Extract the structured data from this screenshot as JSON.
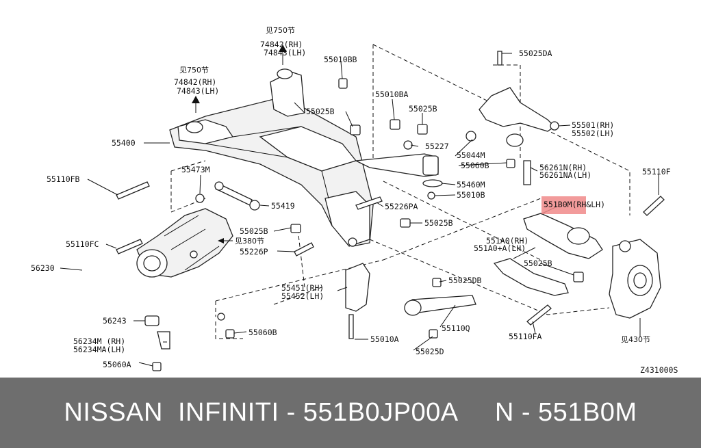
{
  "labels": {
    "see750_top": "见750节",
    "p74842_top": "74842(RH)",
    "p74843_top": "74843(LH)",
    "see750_left": "见750节",
    "p74842_left": "74842(RH)",
    "p74843_left": "74843(LH)",
    "p55010BB": "55010BB",
    "p55025DA": "55025DA",
    "p55010BA": "55010BA",
    "p55025B_a": "55025B",
    "p55025B_b": "55025B",
    "p55400": "55400",
    "p55227": "55227",
    "p55501": "55501(RH)",
    "p55502": "55502(LH)",
    "p55044M": "55044M",
    "p55060B_a": "55060B",
    "p56261N": "56261N(RH)",
    "p56261NA": "56261NA(LH)",
    "p55473M": "55473M",
    "p55110FB": "55110FB",
    "p55460M": "55460M",
    "p55010B": "55010B",
    "p55110F": "55110F",
    "p55419": "55419",
    "p55226PA": "55226PA",
    "p551B0M": "551B0M(RH&LH)",
    "p55025B_c": "55025B",
    "p55025B_d": "55025B",
    "see380": "见380节",
    "p551A0": "551A0(RH)",
    "p551A0A": "551A0+A(LH)",
    "p55110FC": "55110FC",
    "p55226P": "55226P",
    "p55025B_e": "55025B",
    "p56230": "56230",
    "p55025DB": "55025DB",
    "p55451": "55451(RH)",
    "p55452": "55452(LH)",
    "p55110Q": "55110Q",
    "p55110FA": "55110FA",
    "see430": "见430节",
    "p56243": "56243",
    "p55060B_b": "55060B",
    "p56234M": "56234M (RH)",
    "p56234MA": "56234MA(LH)",
    "p55010A": "55010A",
    "p55025D": "55025D",
    "p55060A": "55060A",
    "diagram_code": "Z431000S"
  },
  "highlight_color": "#f08a8a",
  "footer": {
    "text": "NISSAN  INFINITI - 551B0JP00A     N - 551B0M"
  }
}
